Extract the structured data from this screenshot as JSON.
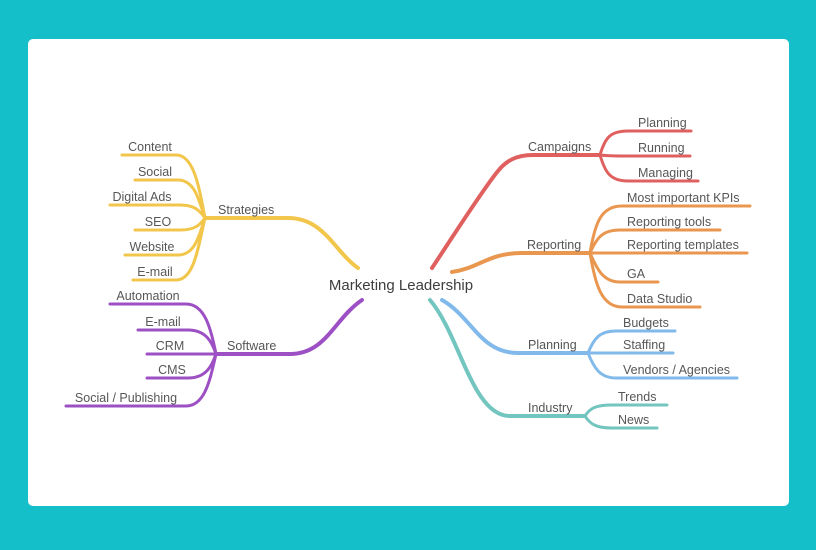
{
  "page": {
    "background_color": "#14bfca",
    "canvas_color": "#ffffff",
    "label_text_color": "#575757",
    "center_text_color": "#3e3e3e"
  },
  "map": {
    "center": {
      "label": "Marketing Leadership"
    },
    "branches": [
      {
        "label": "Strategies",
        "color": "#f2c64b",
        "side": "left",
        "children": [
          "Content",
          "Social",
          "Digital Ads",
          "SEO",
          "Website",
          "E-mail"
        ]
      },
      {
        "label": "Software",
        "color": "#9d50c4",
        "side": "left",
        "children": [
          "Automation",
          "E-mail",
          "CRM",
          "CMS",
          "Social / Publishing"
        ]
      },
      {
        "label": "Campaigns",
        "color": "#e06060",
        "side": "right",
        "children": [
          "Planning",
          "Running",
          "Managing"
        ]
      },
      {
        "label": "Reporting",
        "color": "#e9964f",
        "side": "right",
        "children": [
          "Most important KPIs",
          "Reporting tools",
          "Reporting templates",
          "GA",
          "Data Studio"
        ]
      },
      {
        "label": "Planning",
        "color": "#81b9ea",
        "side": "right",
        "children": [
          "Budgets",
          "Staffing",
          "Vendors / Agencies"
        ]
      },
      {
        "label": "Industry",
        "color": "#73c5bf",
        "side": "right",
        "children": [
          "Trends",
          "News"
        ]
      }
    ]
  }
}
